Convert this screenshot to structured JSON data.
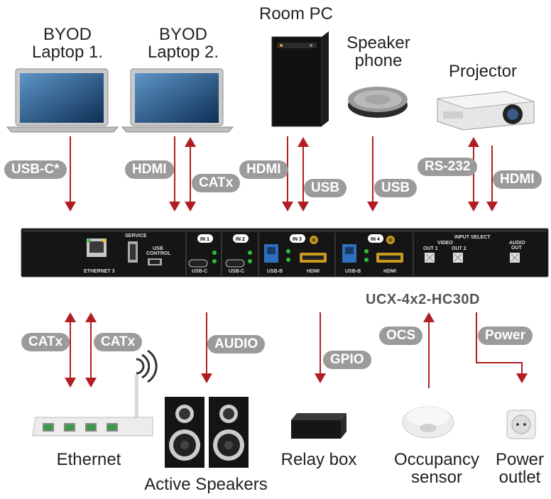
{
  "devices_top": {
    "laptop1": "BYOD\nLaptop 1.",
    "laptop2": "BYOD\nLaptop 2.",
    "room_pc": "Room PC",
    "speakerphone": "Speaker\nphone",
    "projector": "Projector"
  },
  "devices_bottom": {
    "ethernet": "Ethernet",
    "speakers": "Active Speakers",
    "relay": "Relay box",
    "occupancy": "Occupancy\nsensor",
    "power": "Power\noutlet"
  },
  "model": "UCX-4x2-HC30D",
  "tags": {
    "usbc": "USB-C*",
    "hdmi_l2": "HDMI",
    "catx_l2": "CATx",
    "hdmi_pc": "HDMI",
    "usb_pc": "USB",
    "usb_sp": "USB",
    "rs232": "RS-232",
    "hdmi_proj": "HDMI",
    "catx1": "CATx",
    "catx2": "CATx",
    "audio": "AUDIO",
    "gpio": "GPIO",
    "ocs": "OCS",
    "power": "Power"
  },
  "panel": {
    "ethernet": "ETHERNET 3",
    "service": "SERVICE",
    "usb_control": "USB\nCONTROL",
    "in1": "IN 1",
    "in2": "IN 2",
    "in3": "IN 3",
    "in4": "IN 4",
    "usbc1": "USB-C",
    "usbc2": "USB-C",
    "usbb3": "USB-B",
    "hdmi3": "HDMI",
    "usbb4": "USB-B",
    "hdmi4": "HDMI",
    "input_select": "INPUT SELECT",
    "video": "VIDEO",
    "out1": "OUT 1",
    "out2": "OUT 2",
    "audio_out": "AUDIO\nOUT"
  }
}
